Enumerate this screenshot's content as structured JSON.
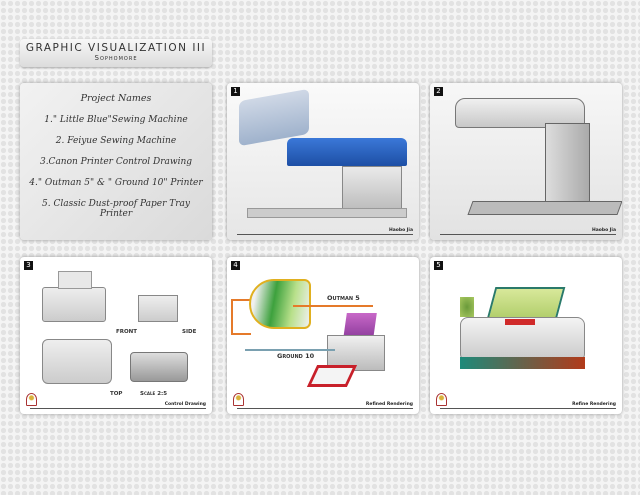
{
  "header": {
    "title": "GRAPHIC VISUALIZATION III",
    "subtitle": "Sophomore"
  },
  "project_names": {
    "heading": "Project Names",
    "items": [
      "1.\" Little Blue\"Sewing Machine",
      "2. Feiyue Sewing Machine",
      "3.Canon Printer Control Drawing",
      "4.\" Outman 5\" & \" Ground 10\" Printer",
      "5. Classic Dust-proof Paper Tray Printer"
    ]
  },
  "panels": [
    {
      "number": "1",
      "caption": "Haobo Jia"
    },
    {
      "number": "2",
      "caption": "Haobo Jia"
    },
    {
      "number": "3",
      "caption": "Control Drawing",
      "labels": {
        "front": "FRONT",
        "side": "SIDE",
        "top": "TOP",
        "scale": "Scale  2:5"
      }
    },
    {
      "number": "4",
      "caption": "Refined Rendering",
      "labels": {
        "outman": "Outman 5",
        "ground": "Ground 10"
      }
    },
    {
      "number": "5",
      "caption": "Refine Rendering"
    }
  ]
}
